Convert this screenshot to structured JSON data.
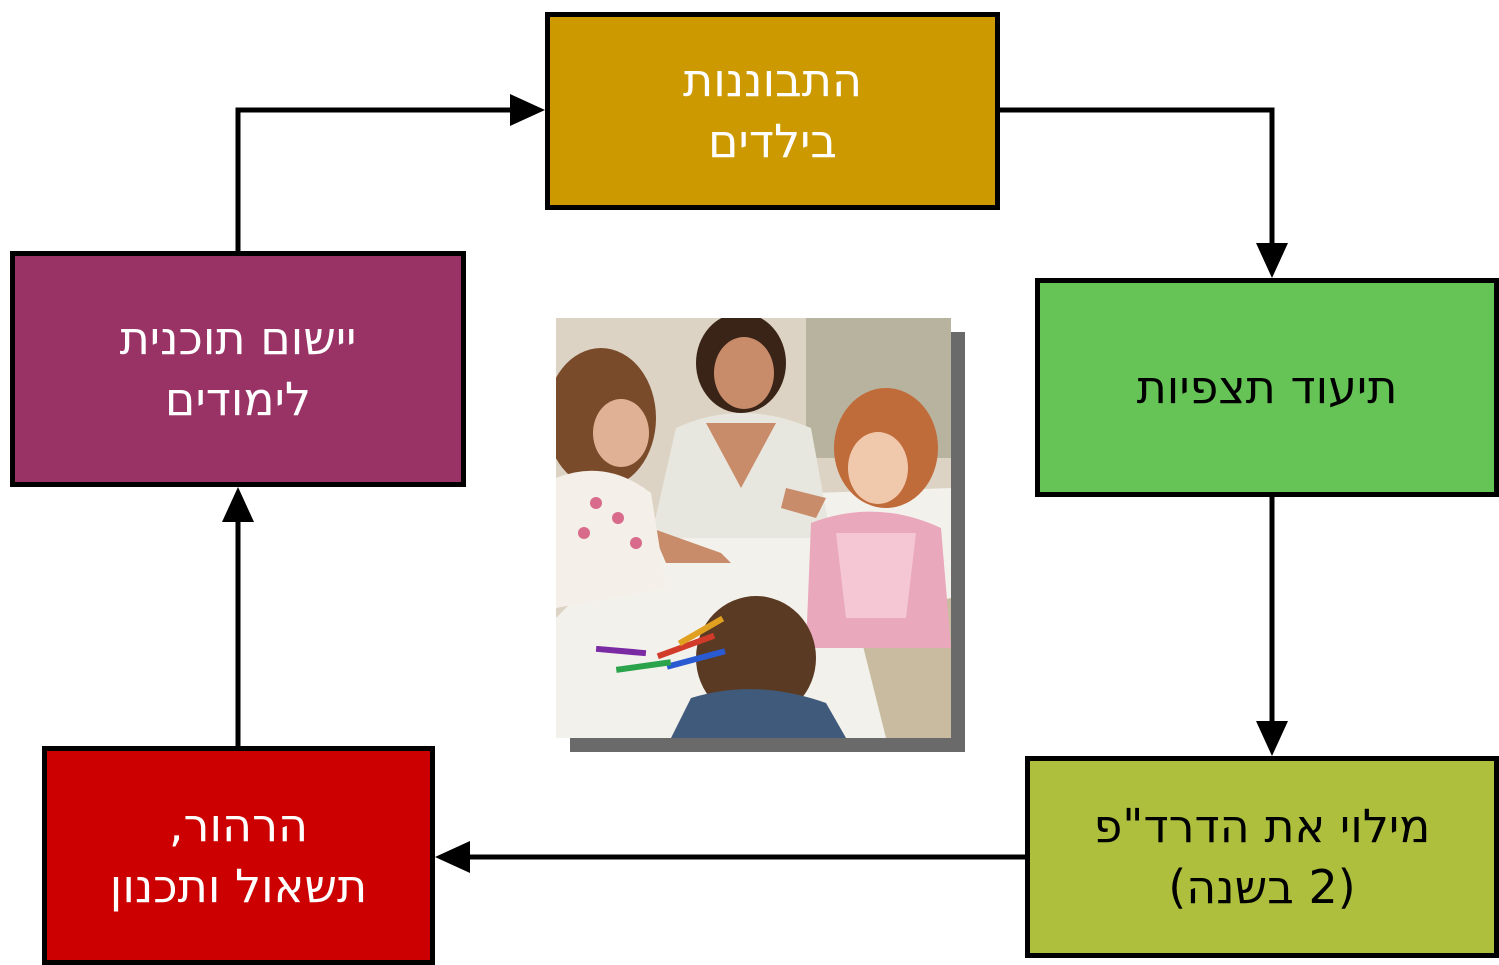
{
  "steps": {
    "observe": {
      "label": "התבוננות\nבילדים",
      "fill": "#CC9900"
    },
    "document": {
      "label": "תיעוד תצפיות",
      "fill": "#66C355"
    },
    "fill_form": {
      "label": "מילוי את הדרד\"פ\n(2 בשנה)",
      "fill": "#ADBF3C"
    },
    "reflect": {
      "label": "הרהור,\nתשאול ותכנון",
      "fill": "#CC0000"
    },
    "implement": {
      "label": "יישום תוכנית\nלימודים",
      "fill": "#993366"
    }
  },
  "photo": {
    "subject": "teacher-with-children-drawing-illustration"
  },
  "colors": {
    "border": "#000000",
    "arrow": "#000000",
    "photo_shadow": "#6a6a6a"
  }
}
